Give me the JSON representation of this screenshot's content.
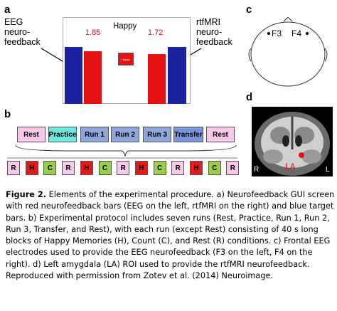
{
  "panels": {
    "a": "a",
    "b": "b",
    "c": "c",
    "d": "d"
  },
  "gui": {
    "title": "Happy",
    "left_label": [
      "EEG",
      "neuro-",
      "feedback"
    ],
    "right_label": [
      "rtfMRI",
      "neuro-",
      "feedback"
    ],
    "left_value": "1.85",
    "right_value": "1.72",
    "center_icon_text": "Happy",
    "colors": {
      "target": "#1a22a0",
      "feedback": "#e31212",
      "bg": "#ffffff"
    }
  },
  "protocol": {
    "runs": [
      {
        "label": "Rest",
        "color": "#f6c8ea"
      },
      {
        "label": "Practice",
        "color": "#6fe8e0"
      },
      {
        "label": "Run 1",
        "color": "#8fa6dd"
      },
      {
        "label": "Run 2",
        "color": "#8fa6dd"
      },
      {
        "label": "Run 3",
        "color": "#8fa6dd"
      },
      {
        "label": "Transfer",
        "color": "#7a96d8"
      },
      {
        "label": "Rest",
        "color": "#f6c8ea"
      }
    ],
    "conditions": [
      "R",
      "H",
      "C",
      "R",
      "H",
      "C",
      "R",
      "H",
      "C",
      "R",
      "H",
      "C",
      "R"
    ],
    "condition_colors": {
      "R": "#f6c8ea",
      "H": "#e41a1a",
      "C": "#9ccd4a"
    }
  },
  "electrodes": {
    "left": "F3",
    "right": "F4"
  },
  "mri": {
    "roi": "LA",
    "left_side": "R",
    "right_side": "L"
  },
  "caption": {
    "lead": "Figure 2.",
    "text": " Elements of the experimental procedure. a) Neurofeedback GUI screen with red neurofeedback bars (EEG on the left, rtfMRI on the right) and blue target bars. b) Experimental protocol includes seven runs (Rest, Practice, Run 1, Run 2, Run 3, Transfer, and Rest), with each run (except Rest) consisting of 40 s long blocks of Happy Memories (H), Count (C), and Rest (R) conditions. c) Frontal EEG electrodes used to provide the EEG neurofeedback (F3 on the left, F4 on the right). d) Left amygdala (LA) ROI used to provide the rtfMRI neurofeedback. Reproduced with permission from Zotev et al. (2014) Neuroimage."
  }
}
